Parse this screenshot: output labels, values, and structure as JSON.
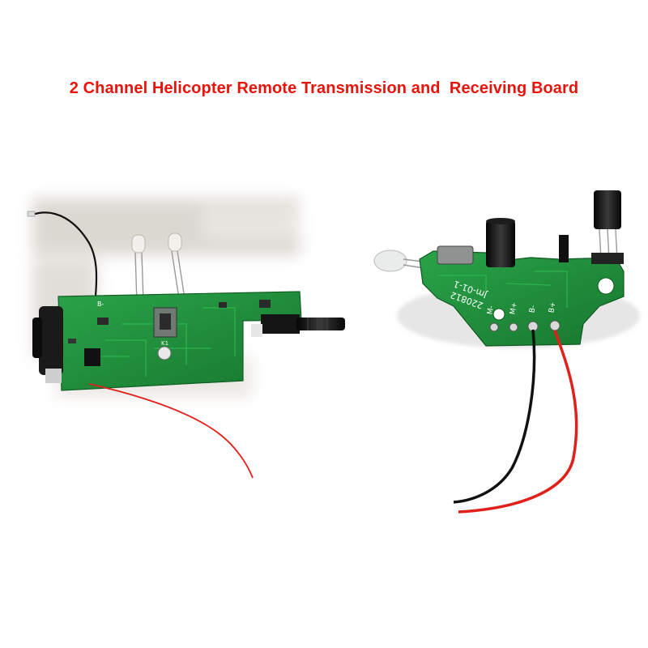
{
  "headline": "2 Channel Helicopter Remote Transmission and  Receiving Board",
  "colors": {
    "headline": "#e8140c",
    "pcb_green": "#1f8f3a",
    "wire_red": "#e0201a",
    "wire_black": "#111111"
  },
  "receiver_board": {
    "silkscreen_code": "220812",
    "silkscreen_model": "Jm-01-1",
    "pad_labels": [
      "M-",
      "M+",
      "B-",
      "B+"
    ]
  },
  "transmitter_board": {
    "silkscreen_labels": [
      "B-",
      "K1"
    ]
  }
}
